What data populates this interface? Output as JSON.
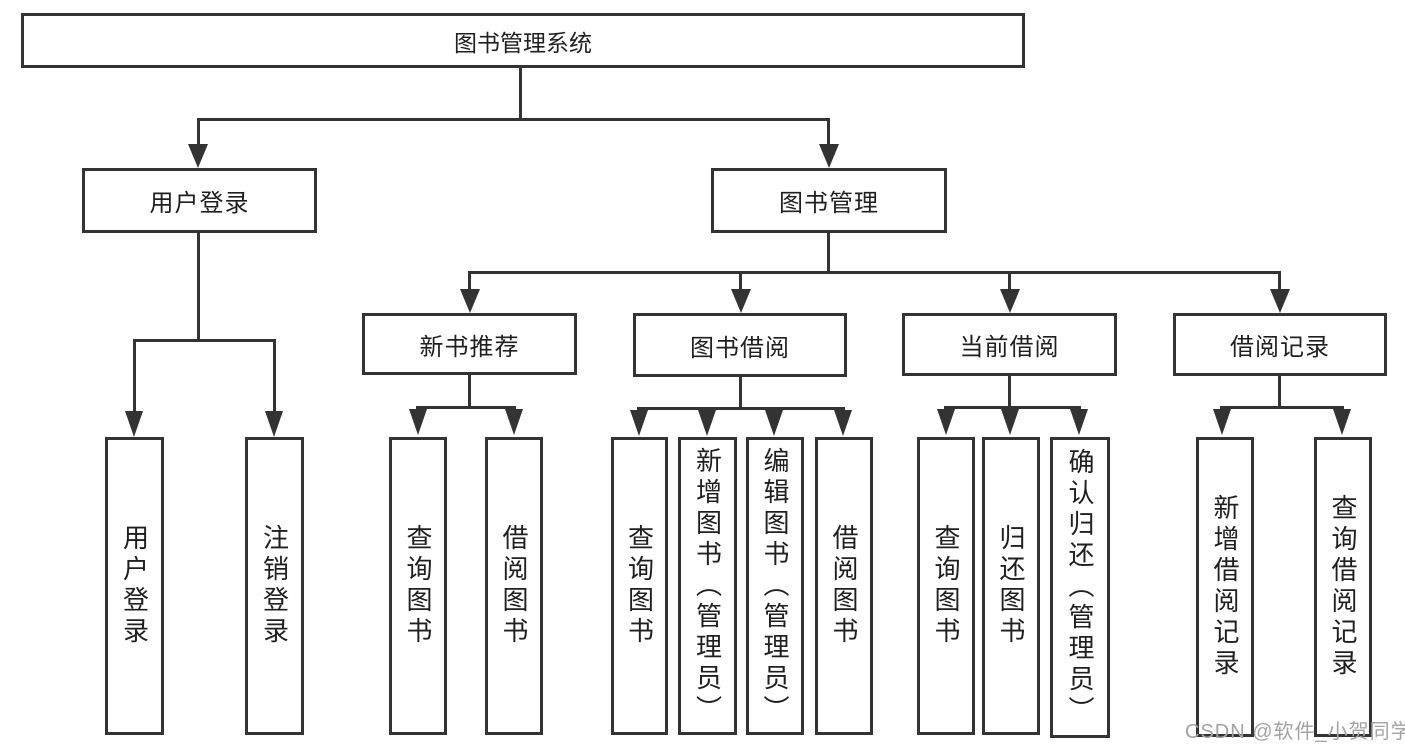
{
  "diagram": {
    "root": {
      "label": "图书管理系统"
    },
    "level2": [
      {
        "label": "用户登录"
      },
      {
        "label": "图书管理"
      }
    ],
    "level3": [
      {
        "label": "新书推荐"
      },
      {
        "label": "图书借阅"
      },
      {
        "label": "当前借阅"
      },
      {
        "label": "借阅记录"
      }
    ],
    "leaves": {
      "user_login": [
        {
          "label": "用户登录"
        },
        {
          "label": "注销登录"
        }
      ],
      "new_book": [
        {
          "label": "查询图书"
        },
        {
          "label": "借阅图书"
        }
      ],
      "book_borrow": [
        {
          "label": "查询图书"
        },
        {
          "label": "新增图书（管理员）"
        },
        {
          "label": "编辑图书（管理员）"
        },
        {
          "label": "借阅图书"
        }
      ],
      "current_borrow": [
        {
          "label": "查询图书"
        },
        {
          "label": "归还图书"
        },
        {
          "label": "确认归还（管理员）"
        }
      ],
      "borrow_record": [
        {
          "label": "新增借阅记录"
        },
        {
          "label": "查询借阅记录"
        }
      ]
    },
    "watermark": "CSDN @软件_小贺同学",
    "colors": {
      "line": "#333333",
      "text": "#1f1f1f",
      "background": "#ffffff",
      "watermark": "#a3a3a3"
    }
  }
}
